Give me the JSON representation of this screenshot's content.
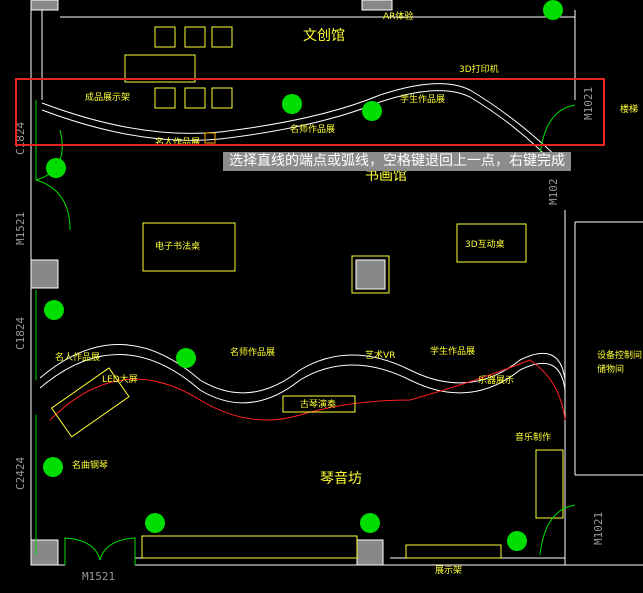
{
  "rooms": {
    "wenchuang": "文创馆",
    "shuhua": "书画馆",
    "qinyin": "琴音坊",
    "control_room_1": "设备控制间",
    "control_room_2": "储物间"
  },
  "labels": {
    "ar": "AR体验",
    "print3d": "3D打印机",
    "product_shelf": "成品展示架",
    "student_works": "学生作品展",
    "celebrity_works": "名人作品展",
    "teacher_works": "名师作品展",
    "e_calligraphy": "电子书法桌",
    "interactive_3d": "3D互动桌",
    "art_vr": "艺术VR",
    "led": "LED大屏",
    "guqin": "古琴演奏",
    "instrument_show": "乐器展示",
    "music_make": "音乐制作",
    "piano": "名曲钢琴",
    "display_rack": "展示架",
    "stairs": "楼梯"
  },
  "tags": {
    "door_right_top": "M1021",
    "door_right_mid": "M102",
    "door_left": "M1521",
    "door_bottom": "M1521",
    "door_right_bottom": "M1021",
    "window_top": "C1824",
    "window_mid": "C1824",
    "window_low": "C2424"
  },
  "tooltip": "选择直线的端点或弧线，空格键退回上一点，右键完成",
  "colors": {
    "wall": "#ffffff",
    "furniture": "#ffff33",
    "door": "#00dd00",
    "selection": "#e8261f",
    "path": "#ff2020"
  }
}
